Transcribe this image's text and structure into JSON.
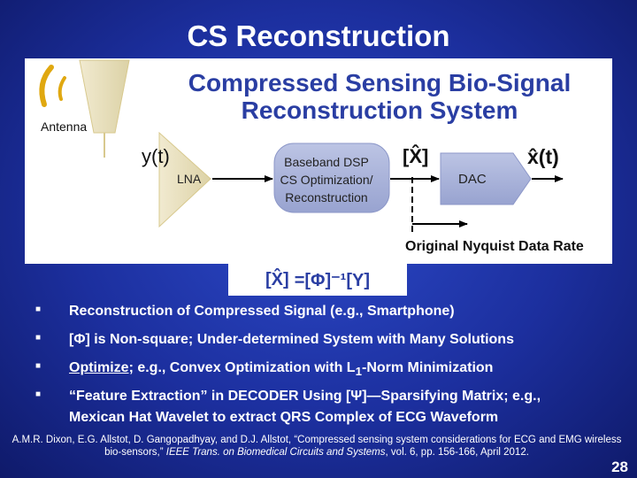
{
  "slide": {
    "title": "CS Reconstruction",
    "page_number": "28"
  },
  "diagram": {
    "title": "Compressed Sensing Bio-Signal Reconstruction System",
    "antenna_label": "Antenna",
    "signal_in": "y(t)",
    "lna_label": "LNA",
    "dsp_lines": [
      "Baseband DSP",
      "CS Optimization/",
      "Reconstruction"
    ],
    "xhat_vector": "[X̂]",
    "dac_label": "DAC",
    "signal_out": "x̂(t)",
    "nyquist_label": "Original Nyquist Data Rate",
    "colors": {
      "block_fill": "#a7b1d8",
      "amp_fill": "#e5ddb4",
      "arrow": "#000000",
      "title": "#2a3ea3",
      "antenna_wave": "#e0a810"
    }
  },
  "equation": {
    "lhs": "[X̂]",
    "rhs": "=[Φ]⁻¹[Y]"
  },
  "bullets": [
    {
      "text": "Reconstruction of Compressed Signal (e.g., Smartphone)"
    },
    {
      "text": "[Φ] is Non-square; Under-determined System with Many Solutions"
    },
    {
      "underlined": "Optimize",
      "rest_a": "; e.g., Convex Optimization with L",
      "sub": "1",
      "rest_b": "-Norm Minimization"
    },
    {
      "line1": "“Feature Extraction” in DECODER Using [Ψ]—Sparsifying Matrix; e.g.,",
      "line2": "Mexican Hat Wavelet to extract QRS Complex of ECG Waveform"
    }
  ],
  "citation": {
    "authors": "A.M.R. Dixon, E.G. Allstot, D. Gangopadhyay, and D.J. Allstot, “Compressed sensing system considerations for ECG and EMG wireless bio-sensors,”",
    "journal": "IEEE Trans. on Biomedical Circuits and Systems",
    "details": ", vol. 6, pp. 156-166, April 2012."
  }
}
